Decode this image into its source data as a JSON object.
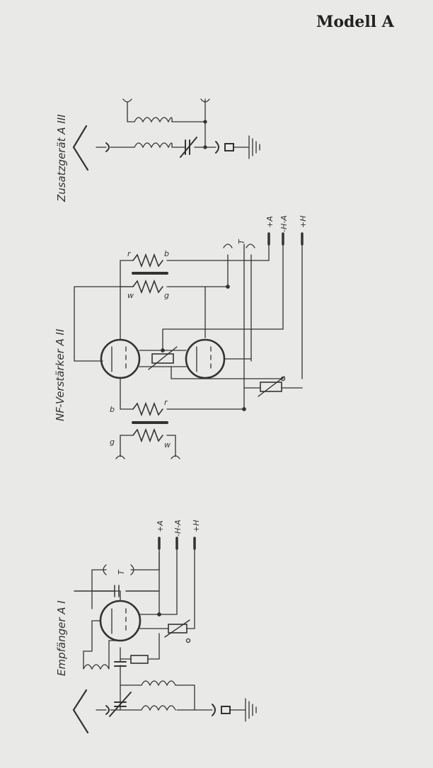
{
  "page_title": "Modell A",
  "colors": {
    "paper": "#e9e9e7",
    "ink": "#333333"
  },
  "sections": {
    "receiver": {
      "title": "Empfänger A I",
      "coil_label": "T",
      "terminals": [
        "+A",
        "-H-A",
        "+H"
      ]
    },
    "amplifier": {
      "title": "NF-Verstärker A II",
      "terminals": [
        "+A",
        "-H-A",
        "+H"
      ],
      "phone_label": "T",
      "transformer_top": {
        "r": "r",
        "b": "b",
        "w": "w",
        "g": "g"
      },
      "transformer_bottom": {
        "b": "b",
        "r": "r",
        "g": "g",
        "w": "w"
      }
    },
    "addon": {
      "title": "Zusatzgerät A III"
    }
  }
}
